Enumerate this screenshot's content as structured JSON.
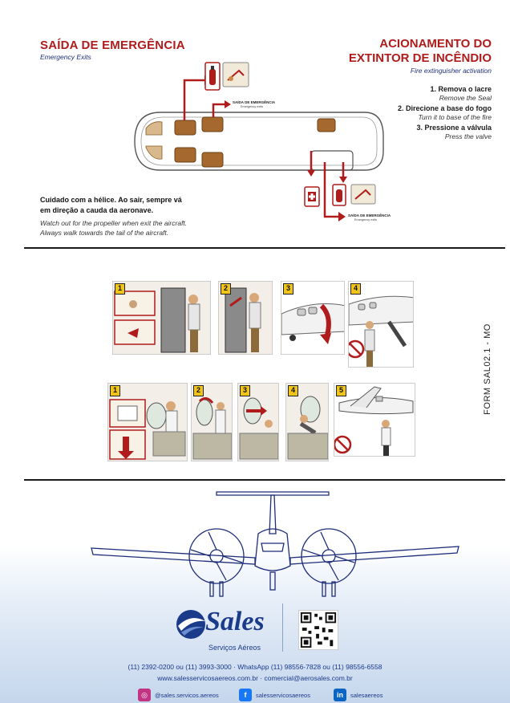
{
  "header": {
    "left_title": "SAÍDA DE EMERGÊNCIA",
    "left_subtitle": "Emergency Exits",
    "right_title_line1": "ACIONAMENTO DO",
    "right_title_line2": "EXTINTOR DE INCÊNDIO",
    "right_subtitle": "Fire extinguisher activation"
  },
  "extinguisher_steps": [
    {
      "pt": "1. Remova o lacre",
      "en": "Remove the Seal"
    },
    {
      "pt": "2. Direcione a base do fogo",
      "en": "Turn it to base of the fire"
    },
    {
      "pt": "3. Pressione a válvula",
      "en": "Press the valve"
    }
  ],
  "diagram": {
    "exit_label_top": "SAÍDA DE EMERGÊNCIA",
    "exit_sub_top": "Emergency exits",
    "exit_label_bottom": "SAÍDA DE EMERGÊNCIA",
    "exit_sub_bottom": "Emergency exits"
  },
  "caution": {
    "pt_line1": "Cuidado com a hélice. Ao sair, sempre vá",
    "pt_line2": "em direção a cauda da aeronave.",
    "en_line1": "Watch out for the propeller when exit the aircraft.",
    "en_line2": "Always walk towards the tail of the aircraft."
  },
  "form_code": "FORM SAL02.1 - MO",
  "main_door_steps": [
    "1",
    "2",
    "3",
    "4"
  ],
  "window_exit_steps": [
    "1",
    "2",
    "3",
    "4",
    "5"
  ],
  "footer": {
    "brand": "Sales",
    "brand_sub": "Serviços Aéreos",
    "phones": "(11) 2392-0200 ou (11) 3993-3000 · WhatsApp (11) 98556-7828 ou (11) 98556-6558",
    "web": "www.salesservicosaereos.com.br · comercial@aerosales.com.br",
    "social": [
      {
        "icon": "instagram-icon",
        "handle": "@sales.servicos.aereos",
        "color": "#c13584"
      },
      {
        "icon": "facebook-icon",
        "handle": "salesservicosaereos",
        "color": "#1877f2"
      },
      {
        "icon": "linkedin-icon",
        "handle": "salesaereos",
        "color": "#0a66c2"
      }
    ]
  },
  "colors": {
    "accent_red": "#b01c1c",
    "navy": "#1e2e7a",
    "seat_brown": "#a5682f",
    "brand_blue": "#1a3a8a",
    "badge_yellow": "#f0c419"
  }
}
